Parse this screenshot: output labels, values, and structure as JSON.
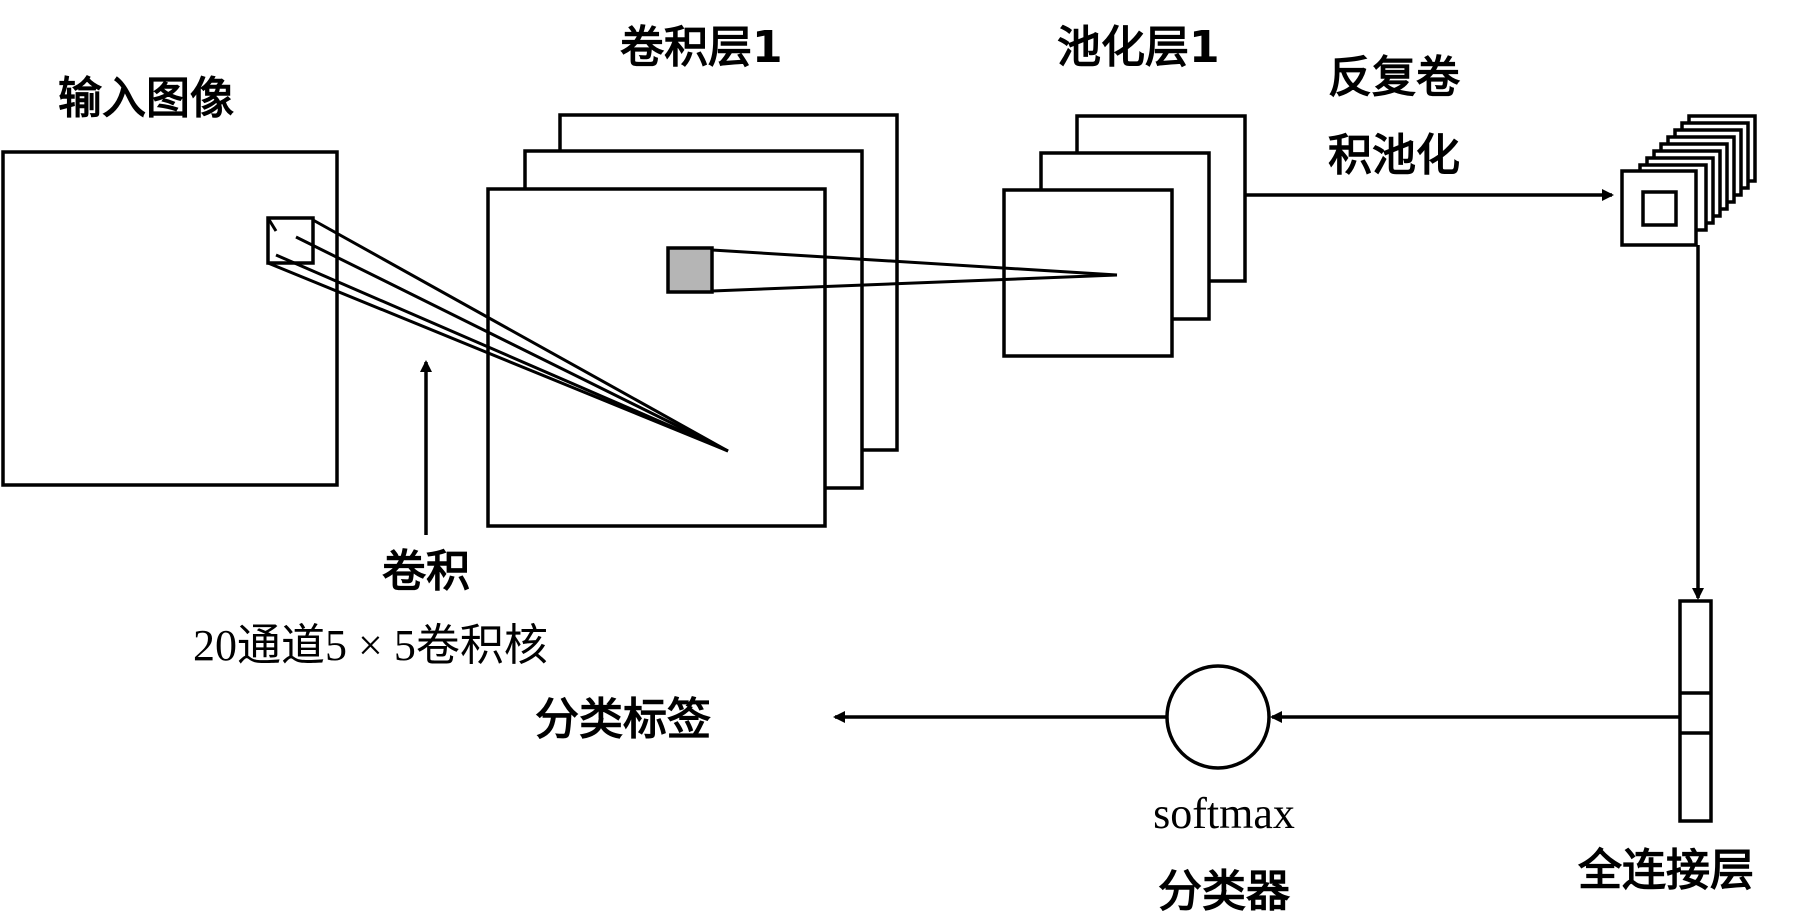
{
  "labels": {
    "input_image": "输入图像",
    "conv_layer": "卷积层1",
    "pool_layer": "池化层1",
    "repeat_line1": "反复卷",
    "repeat_line2": "积池化",
    "conv_line1": "卷积",
    "conv_line2": "20通道5 × 5卷积核",
    "class_label": "分类标签",
    "softmax_line1": "softmax",
    "softmax_line2": "分类器",
    "fc_layer": "全连接层"
  },
  "colors": {
    "stroke": "#000000",
    "background": "#ffffff",
    "highlight_fill": "#b5b5b5"
  }
}
